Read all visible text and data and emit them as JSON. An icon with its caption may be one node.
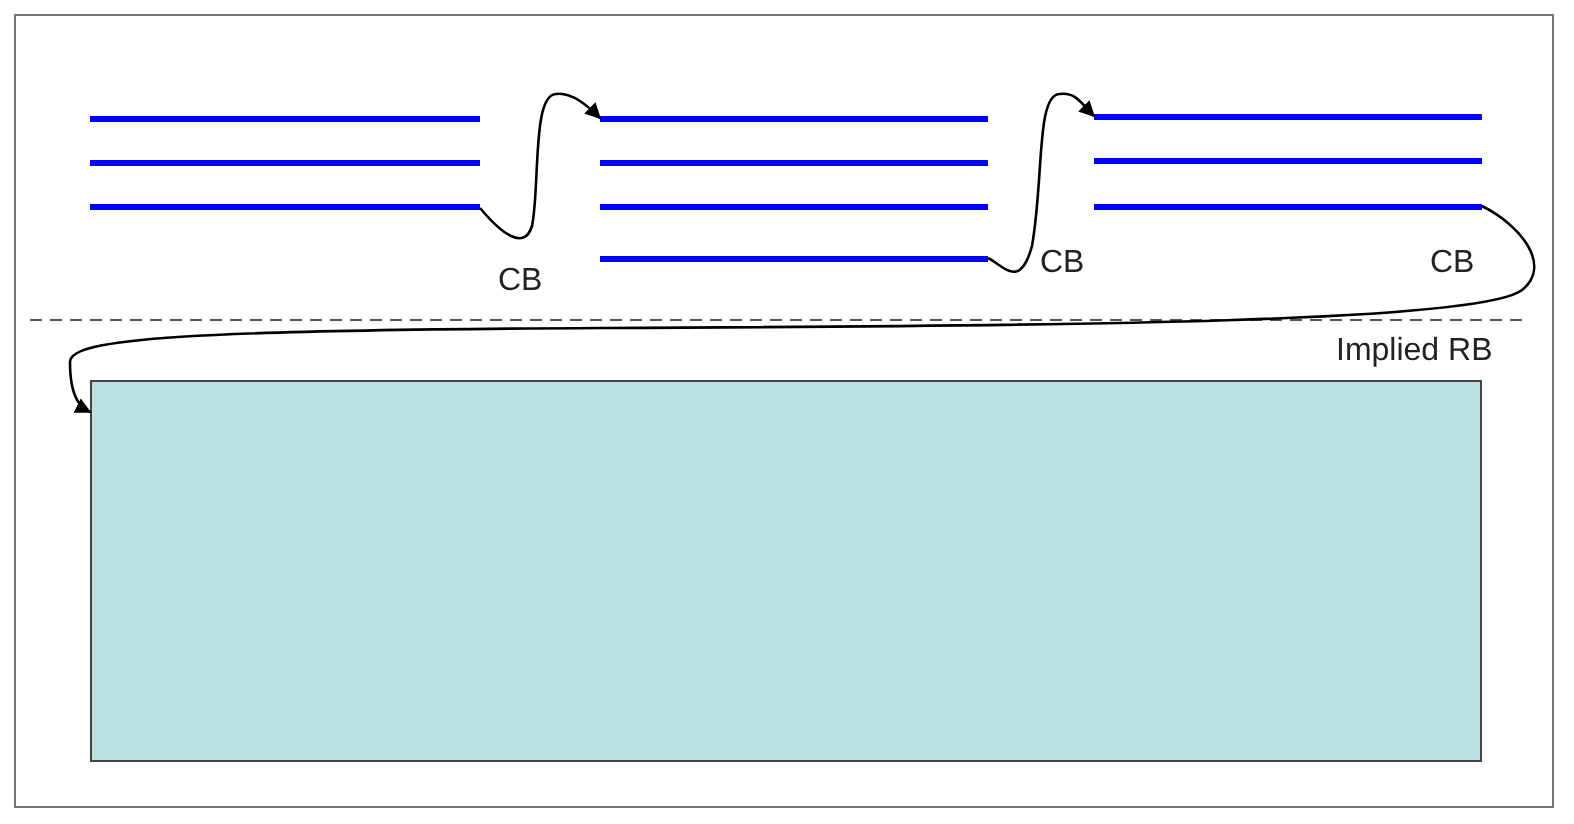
{
  "diagram": {
    "nodes": [
      {
        "text": [],
        "shape": "bar"
      },
      {
        "text": [],
        "shape": "bar"
      },
      {
        "text": [],
        "shape": "bar"
      },
      {
        "text": [],
        "shape": "box"
      }
    ],
    "edges": [
      {
        "from": 0,
        "to": 1,
        "arrow": "to",
        "label": "CB"
      },
      {
        "from": 1,
        "to": 2,
        "arrow": "to",
        "label": "CB"
      },
      {
        "from": 2,
        "to": 3,
        "arrow": "to",
        "label": "CB"
      }
    ],
    "labels": [
      "Implied RB"
    ]
  }
}
